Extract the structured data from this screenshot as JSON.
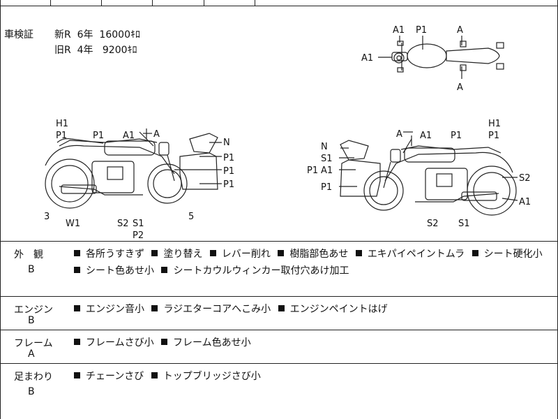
{
  "registration": {
    "heading": "車検証",
    "new_line": "新R  6年  16000ｷﾛ",
    "old_line": "旧R  4年   9200ｷﾛ"
  },
  "top_view_labels": [
    "A1",
    "P1",
    "A",
    "A1",
    "A"
  ],
  "left_bike_labels": [
    "H1",
    "P1",
    "P1",
    "A1",
    "A",
    "N",
    "P1",
    "P1",
    "P1",
    "3",
    "W1",
    "S2",
    "S1",
    "P2",
    "5"
  ],
  "right_bike_labels": [
    "N",
    "S1",
    "P1",
    "A1",
    "P1",
    "A",
    "A1",
    "P1",
    "H1",
    "P1",
    "S2",
    "A1",
    "S2",
    "S1"
  ],
  "sections": [
    {
      "category": "外　観",
      "grade": "B",
      "items": [
        "各所うすきず",
        "塗り替え",
        "レバー削れ",
        "樹脂部色あせ",
        "エキパイペイントムラ",
        "シート硬化小",
        "シート色あせ小",
        "シートカウルウィンカー取付穴あけ加工"
      ]
    },
    {
      "category": "エンジン",
      "grade": "B",
      "items": [
        "エンジン音小",
        "ラジエターコアへこみ小",
        "エンジンペイントはげ"
      ]
    },
    {
      "category": "フレーム",
      "grade": "A",
      "items": [
        "フレームさび小",
        "フレーム色あせ小"
      ]
    },
    {
      "category": "足まわり",
      "grade": "B",
      "items": [
        "チェーンさび",
        "トップブリッジさび小"
      ]
    }
  ]
}
